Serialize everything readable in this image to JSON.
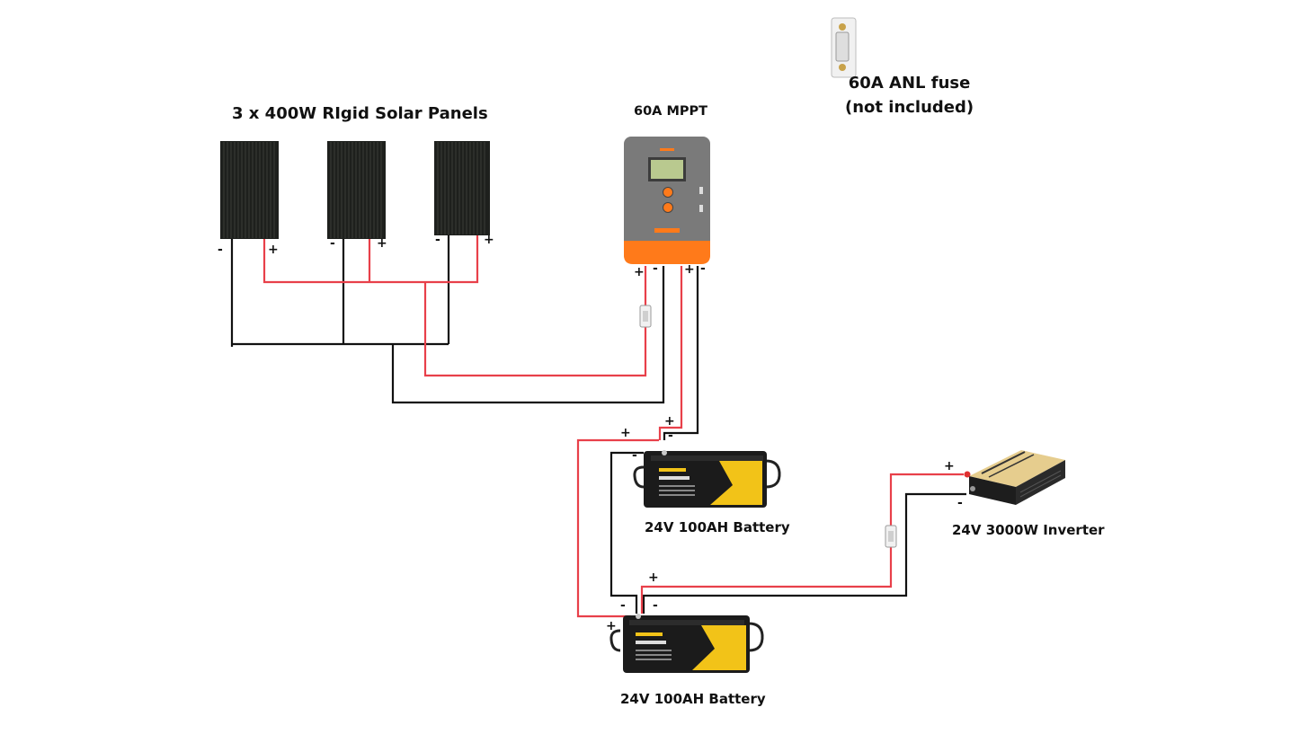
{
  "labels": {
    "title": "3 x 400W RIgid Solar Panels",
    "mppt": "60A MPPT",
    "fuse_line1": "60A ANL fuse",
    "fuse_line2": "(not included)",
    "battery_top": "24V 100AH Battery",
    "battery_bottom": "24V 100AH Battery",
    "inverter": "24V 3000W Inverter"
  },
  "polarity": {
    "plus": "+",
    "minus": "-"
  },
  "colors": {
    "positive_wire": "#e8404a",
    "negative_wire": "#111111",
    "panel": "#1e201d",
    "controller_body": "#7a7a7a",
    "controller_accent": "#ff7a1a",
    "battery_body": "#1b1b1b",
    "battery_label": "#f2c318"
  },
  "icons": [
    "solar-panel-icon",
    "charge-controller-icon",
    "fuse-icon",
    "battery-icon",
    "inverter-icon"
  ]
}
